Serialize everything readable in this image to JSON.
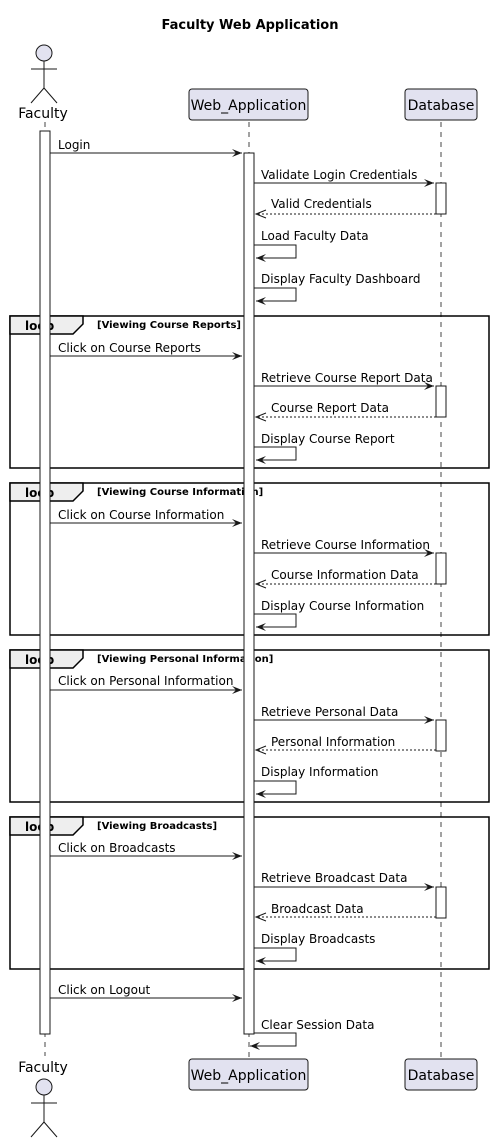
{
  "title": "Faculty Web Application",
  "participants": [
    {
      "id": "faculty",
      "name": "Faculty",
      "kind": "actor"
    },
    {
      "id": "webapp",
      "name": "Web_Application",
      "kind": "participant"
    },
    {
      "id": "db",
      "name": "Database",
      "kind": "participant"
    }
  ],
  "loops": [
    {
      "keyword": "loop",
      "guard": "[Viewing Course Reports]"
    },
    {
      "keyword": "loop",
      "guard": "[Viewing Course Information]"
    },
    {
      "keyword": "loop",
      "guard": "[Viewing Personal Information]"
    },
    {
      "keyword": "loop",
      "guard": "[Viewing Broadcasts]"
    }
  ],
  "messages": [
    {
      "from": "faculty",
      "to": "webapp",
      "label": "Login",
      "style": "solid"
    },
    {
      "from": "webapp",
      "to": "db",
      "label": "Validate Login Credentials",
      "style": "solid"
    },
    {
      "from": "db",
      "to": "webapp",
      "label": "Valid Credentials",
      "style": "dashed"
    },
    {
      "from": "webapp",
      "to": "webapp",
      "label": "Load Faculty Data",
      "style": "self"
    },
    {
      "from": "webapp",
      "to": "webapp",
      "label": "Display Faculty Dashboard",
      "style": "self"
    },
    {
      "from": "faculty",
      "to": "webapp",
      "label": "Click on Course Reports",
      "style": "solid"
    },
    {
      "from": "webapp",
      "to": "db",
      "label": "Retrieve Course Report Data",
      "style": "solid"
    },
    {
      "from": "db",
      "to": "webapp",
      "label": "Course Report Data",
      "style": "dashed"
    },
    {
      "from": "webapp",
      "to": "webapp",
      "label": "Display Course Report",
      "style": "self"
    },
    {
      "from": "faculty",
      "to": "webapp",
      "label": "Click on Course Information",
      "style": "solid"
    },
    {
      "from": "webapp",
      "to": "db",
      "label": "Retrieve Course Information",
      "style": "solid"
    },
    {
      "from": "db",
      "to": "webapp",
      "label": "Course Information Data",
      "style": "dashed"
    },
    {
      "from": "webapp",
      "to": "webapp",
      "label": "Display Course Information",
      "style": "self"
    },
    {
      "from": "faculty",
      "to": "webapp",
      "label": "Click on Personal Information",
      "style": "solid"
    },
    {
      "from": "webapp",
      "to": "db",
      "label": "Retrieve Personal Data",
      "style": "solid"
    },
    {
      "from": "db",
      "to": "webapp",
      "label": "Personal Information",
      "style": "dashed"
    },
    {
      "from": "webapp",
      "to": "webapp",
      "label": "Display Information",
      "style": "self"
    },
    {
      "from": "faculty",
      "to": "webapp",
      "label": "Click on Broadcasts",
      "style": "solid"
    },
    {
      "from": "webapp",
      "to": "db",
      "label": "Retrieve Broadcast Data",
      "style": "solid"
    },
    {
      "from": "db",
      "to": "webapp",
      "label": "Broadcast Data",
      "style": "dashed"
    },
    {
      "from": "webapp",
      "to": "webapp",
      "label": "Display Broadcasts",
      "style": "self"
    },
    {
      "from": "faculty",
      "to": "webapp",
      "label": "Click on Logout",
      "style": "solid"
    },
    {
      "from": "webapp",
      "to": "webapp",
      "label": "Clear Session Data",
      "style": "self"
    }
  ],
  "colors": {
    "participant_fill": "#E2E2F0",
    "participant_border": "#181818",
    "lifeline": "#181818",
    "loop_header_fill": "#EEEEEE",
    "activation_fill": "#FFFFFF"
  }
}
